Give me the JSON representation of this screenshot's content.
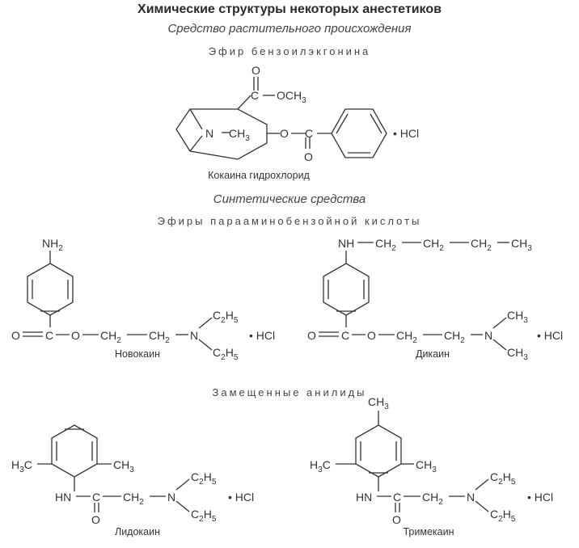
{
  "title": "Химические структуры некоторых анестетиков",
  "section_plant": "Средство растительного происхождения",
  "group_ecgonine": "Эфир бензоилэкгонина",
  "section_synthetic": "Синтетические средства",
  "group_paba": "Эфиры парааминобензойной кислоты",
  "group_anilides": "Замещенные анилиды",
  "compounds": {
    "cocaine": "Кокаина гидрохлорид",
    "novocaine": "Новокаин",
    "dicaine": "Дикаин",
    "lidocaine": "Лидокаин",
    "trimecaine": "Тримекаин"
  },
  "labels": {
    "hcl": "• HCl",
    "ch3": "CH3",
    "och3": "OCH3",
    "nh2": "NH2",
    "nh": "NH",
    "hn": "HN",
    "ch2": "CH2",
    "c2h5": "C2H5",
    "h3c": "H3C",
    "n": "N",
    "o": "O",
    "c": "C"
  }
}
